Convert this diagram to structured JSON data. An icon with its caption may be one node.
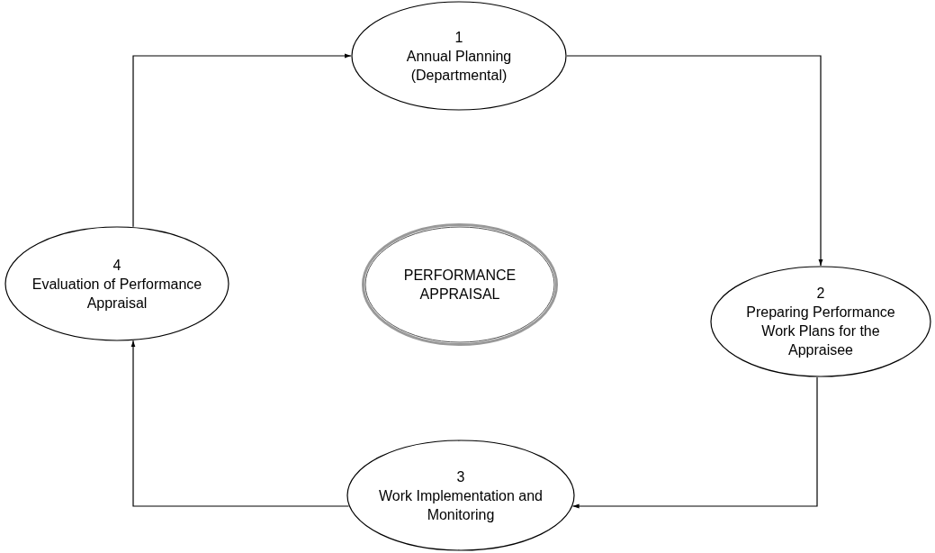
{
  "diagram": {
    "nodes": [
      {
        "text": [
          "1",
          "Annual Planning (Departmental)"
        ]
      },
      {
        "text": [
          "4",
          "Evaluation of Performance Appraisal"
        ]
      },
      {
        "text": [
          "PERFORMANCE APPRAISAL"
        ]
      },
      {
        "text": [
          "2",
          "Preparing Performance Work Plans for the Appraisee"
        ]
      },
      {
        "text": [
          "3",
          "Work Implementation and Monitoring"
        ]
      }
    ],
    "edges": [
      {
        "from": 1,
        "to": 0,
        "arrow": "to"
      },
      {
        "from": 0,
        "to": 3,
        "arrow": "to"
      },
      {
        "from": 3,
        "to": 4,
        "arrow": "to"
      },
      {
        "from": 4,
        "to": 1,
        "arrow": "to"
      }
    ]
  }
}
